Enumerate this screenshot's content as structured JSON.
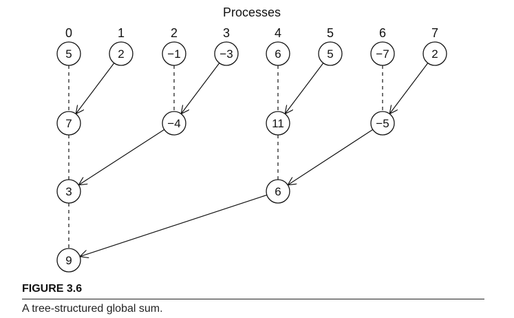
{
  "diagram": {
    "title": "Processes",
    "process_ids": [
      "0",
      "1",
      "2",
      "3",
      "4",
      "5",
      "6",
      "7"
    ],
    "levels": [
      [
        "5",
        "2",
        "−1",
        "−3",
        "6",
        "5",
        "−7",
        "2"
      ],
      [
        "7",
        "−4",
        "11",
        "−5"
      ],
      [
        "3",
        "6"
      ],
      [
        "9"
      ]
    ],
    "edges": [
      {
        "from": "L0N1",
        "to": "L1N0",
        "style": "arrow"
      },
      {
        "from": "L0N3",
        "to": "L1N1",
        "style": "arrow"
      },
      {
        "from": "L0N5",
        "to": "L1N2",
        "style": "arrow"
      },
      {
        "from": "L0N7",
        "to": "L1N3",
        "style": "arrow"
      },
      {
        "from": "L0N0",
        "to": "L1N0",
        "style": "dashed"
      },
      {
        "from": "L0N2",
        "to": "L1N1",
        "style": "dashed"
      },
      {
        "from": "L0N4",
        "to": "L1N2",
        "style": "dashed"
      },
      {
        "from": "L0N6",
        "to": "L1N3",
        "style": "dashed"
      },
      {
        "from": "L1N1",
        "to": "L2N0",
        "style": "arrow"
      },
      {
        "from": "L1N3",
        "to": "L2N1",
        "style": "arrow"
      },
      {
        "from": "L1N0",
        "to": "L2N0",
        "style": "dashed"
      },
      {
        "from": "L1N2",
        "to": "L2N1",
        "style": "dashed"
      },
      {
        "from": "L2N1",
        "to": "L3N0",
        "style": "arrow"
      },
      {
        "from": "L2N0",
        "to": "L3N0",
        "style": "dashed"
      }
    ]
  },
  "caption": {
    "label": "FIGURE 3.6",
    "text": "A tree-structured global sum."
  }
}
